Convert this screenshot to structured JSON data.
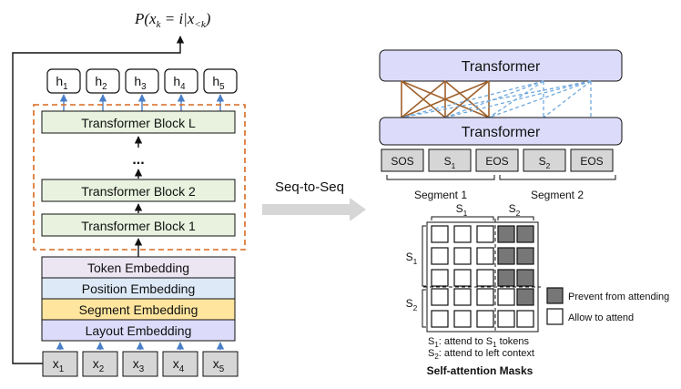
{
  "formula": {
    "text": "P(x",
    "sub_k": "k",
    "mid": " = i|x",
    "sub_lt": "<k",
    "end": ")"
  },
  "left": {
    "hidden_states": [
      {
        "label": "h",
        "sub": "1"
      },
      {
        "label": "h",
        "sub": "2"
      },
      {
        "label": "h",
        "sub": "3"
      },
      {
        "label": "h",
        "sub": "4"
      },
      {
        "label": "h",
        "sub": "5"
      }
    ],
    "blocks": {
      "top": "Transformer Block L",
      "ellipsis": "...",
      "mid": "Transformer Block 2",
      "bottom": "Transformer Block 1"
    },
    "embeddings": [
      {
        "label": "Token Embedding",
        "color": "#ECE6F2"
      },
      {
        "label": "Position Embedding",
        "color": "#DDE9F7"
      },
      {
        "label": "Segment Embedding",
        "color": "#FFE59E"
      },
      {
        "label": "Layout Embedding",
        "color": "#DCDCFA"
      }
    ],
    "inputs": [
      {
        "label": "x",
        "sub": "1"
      },
      {
        "label": "x",
        "sub": "2"
      },
      {
        "label": "x",
        "sub": "3"
      },
      {
        "label": "x",
        "sub": "4"
      },
      {
        "label": "x",
        "sub": "5"
      }
    ]
  },
  "center": {
    "label": "Seq-to-Seq"
  },
  "right": {
    "transformer_top": "Transformer",
    "transformer_bottom": "Transformer",
    "tokens": [
      {
        "label": "SOS",
        "sub": ""
      },
      {
        "label": "S",
        "sub": "1"
      },
      {
        "label": "EOS",
        "sub": ""
      },
      {
        "label": "S",
        "sub": "2"
      },
      {
        "label": "EOS",
        "sub": ""
      }
    ],
    "segments": [
      "Segment 1",
      "Segment 2"
    ],
    "mask": {
      "col_group_1": {
        "label": "S",
        "sub": "1"
      },
      "col_group_2": {
        "label": "S",
        "sub": "2"
      },
      "row_group_1": {
        "label": "S",
        "sub": "1"
      },
      "row_group_2": {
        "label": "S",
        "sub": "2"
      },
      "grid": [
        [
          0,
          0,
          0,
          1,
          1
        ],
        [
          0,
          0,
          0,
          1,
          1
        ],
        [
          0,
          0,
          0,
          1,
          1
        ],
        [
          0,
          0,
          0,
          0,
          1
        ],
        [
          0,
          0,
          0,
          0,
          0
        ]
      ]
    },
    "legend": [
      {
        "label": "Prevent from attending",
        "color": "#777777"
      },
      {
        "label": "Allow to attend",
        "color": "#ffffff"
      }
    ],
    "notes": [
      {
        "prefix": "S",
        "sub": "1",
        "text": ": attend to S",
        "sub2": "1",
        "tail": " tokens"
      },
      {
        "prefix": "S",
        "sub": "2",
        "text": ": attend to left context",
        "sub2": "",
        "tail": ""
      }
    ],
    "caption": "Self-attention Masks"
  },
  "colors": {
    "block_fill": "#E8F2DF",
    "transformer_fill": "#DCDCFA",
    "token_fill": "#D6D6D6",
    "dashed_frame": "#D9691E",
    "arrow_blue": "#4A7FC8",
    "cross_brown": "#A0612B",
    "dash_blue": "#6FA8DC"
  }
}
